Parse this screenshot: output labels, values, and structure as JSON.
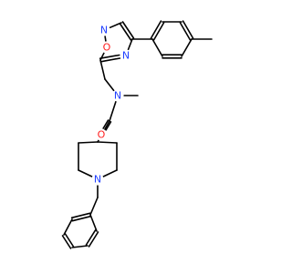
{
  "structure": {
    "atoms": [
      {
        "symbol": "C",
        "label": ""
      },
      {
        "symbol": "C",
        "label": ""
      },
      {
        "symbol": "C",
        "label": ""
      },
      {
        "symbol": "C",
        "label": ""
      },
      {
        "symbol": "C",
        "label": ""
      },
      {
        "symbol": "C",
        "label": ""
      },
      {
        "symbol": "C",
        "label": ""
      },
      {
        "symbol": "C",
        "label": ""
      },
      {
        "symbol": "C",
        "label": ""
      },
      {
        "symbol": "N",
        "label": "N",
        "color": "#1f3fff"
      },
      {
        "symbol": "O",
        "label": "O",
        "color": "#ff1f1f"
      },
      {
        "symbol": "N",
        "label": "N",
        "color": "#1f3fff"
      },
      {
        "symbol": "C",
        "label": ""
      },
      {
        "symbol": "C",
        "label": ""
      },
      {
        "symbol": "N",
        "label": "N",
        "color": "#1f3fff"
      },
      {
        "symbol": "C",
        "label": ""
      },
      {
        "symbol": "C",
        "label": ""
      },
      {
        "symbol": "O",
        "label": "O",
        "color": "#ff1f1f"
      },
      {
        "symbol": "C",
        "label": ""
      },
      {
        "symbol": "C",
        "label": ""
      },
      {
        "symbol": "C",
        "label": ""
      },
      {
        "symbol": "N",
        "label": "N",
        "color": "#1f3fff"
      },
      {
        "symbol": "C",
        "label": ""
      },
      {
        "symbol": "C",
        "label": ""
      },
      {
        "symbol": "C",
        "label": ""
      },
      {
        "symbol": "C",
        "label": ""
      },
      {
        "symbol": "C",
        "label": ""
      },
      {
        "symbol": "C",
        "label": ""
      },
      {
        "symbol": "C",
        "label": ""
      },
      {
        "symbol": "C",
        "label": ""
      },
      {
        "symbol": "C",
        "label": ""
      }
    ],
    "bonds": [
      {
        "a": 0,
        "b": 1,
        "order": 1
      },
      {
        "a": 1,
        "b": 2,
        "order": 2
      },
      {
        "a": 2,
        "b": 3,
        "order": 1
      },
      {
        "a": 3,
        "b": 4,
        "order": 2
      },
      {
        "a": 4,
        "b": 5,
        "order": 1
      },
      {
        "a": 5,
        "b": 6,
        "order": 2
      },
      {
        "a": 6,
        "b": 1,
        "order": 1
      },
      {
        "a": 4,
        "b": 7,
        "order": 1
      },
      {
        "a": 7,
        "b": 8,
        "order": 2
      },
      {
        "a": 8,
        "b": 9,
        "order": 1
      },
      {
        "a": 9,
        "b": 10,
        "order": 1
      },
      {
        "a": 10,
        "b": 12,
        "order": 1
      },
      {
        "a": 12,
        "b": 11,
        "order": 2
      },
      {
        "a": 11,
        "b": 7,
        "order": 1
      },
      {
        "a": 12,
        "b": 13,
        "order": 1
      },
      {
        "a": 13,
        "b": 14,
        "order": 1
      },
      {
        "a": 14,
        "b": 15,
        "order": 1
      },
      {
        "a": 14,
        "b": 16,
        "order": 1
      },
      {
        "a": 16,
        "b": 17,
        "order": 2
      },
      {
        "a": 16,
        "b": 18,
        "order": 1
      },
      {
        "a": 18,
        "b": 19,
        "order": 1
      },
      {
        "a": 19,
        "b": 20,
        "order": 1
      },
      {
        "a": 20,
        "b": 21,
        "order": 1
      },
      {
        "a": 21,
        "b": 22,
        "order": 1
      },
      {
        "a": 22,
        "b": 23,
        "order": 1
      },
      {
        "a": 23,
        "b": 18,
        "order": 1
      },
      {
        "a": 21,
        "b": 24,
        "order": 1
      },
      {
        "a": 24,
        "b": 25,
        "order": 1
      },
      {
        "a": 25,
        "b": 26,
        "order": 2
      },
      {
        "a": 26,
        "b": 27,
        "order": 1
      },
      {
        "a": 27,
        "b": 28,
        "order": 2
      },
      {
        "a": 28,
        "b": 29,
        "order": 1
      },
      {
        "a": 29,
        "b": 30,
        "order": 2
      },
      {
        "a": 30,
        "b": 25,
        "order": 1
      }
    ]
  }
}
